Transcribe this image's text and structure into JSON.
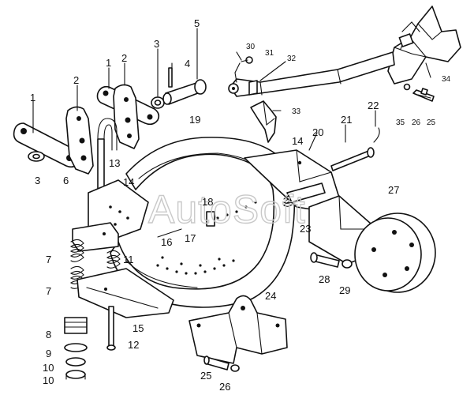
{
  "watermark": "AutoSoft",
  "callouts": [
    {
      "id": "c1a",
      "text": "1"
    },
    {
      "id": "c1b",
      "text": "1"
    },
    {
      "id": "c2a",
      "text": "2"
    },
    {
      "id": "c2b",
      "text": "2"
    },
    {
      "id": "c3a",
      "text": "3"
    },
    {
      "id": "c3b",
      "text": "3"
    },
    {
      "id": "c4",
      "text": "4"
    },
    {
      "id": "c5",
      "text": "5"
    },
    {
      "id": "c6",
      "text": "6"
    },
    {
      "id": "c7a",
      "text": "7"
    },
    {
      "id": "c7b",
      "text": "7"
    },
    {
      "id": "c8",
      "text": "8"
    },
    {
      "id": "c9",
      "text": "9"
    },
    {
      "id": "c10a",
      "text": "10"
    },
    {
      "id": "c10b",
      "text": "10"
    },
    {
      "id": "c11",
      "text": "11"
    },
    {
      "id": "c12",
      "text": "12"
    },
    {
      "id": "c13",
      "text": "13"
    },
    {
      "id": "c14a",
      "text": "14"
    },
    {
      "id": "c14b",
      "text": "14"
    },
    {
      "id": "c15",
      "text": "15"
    },
    {
      "id": "c16",
      "text": "16"
    },
    {
      "id": "c17",
      "text": "17"
    },
    {
      "id": "c18",
      "text": "18"
    },
    {
      "id": "c19",
      "text": "19"
    },
    {
      "id": "c20",
      "text": "20"
    },
    {
      "id": "c21",
      "text": "21"
    },
    {
      "id": "c22",
      "text": "22"
    },
    {
      "id": "c23",
      "text": "23"
    },
    {
      "id": "c24",
      "text": "24"
    },
    {
      "id": "c25a",
      "text": "25"
    },
    {
      "id": "c25b",
      "text": "25"
    },
    {
      "id": "c26a",
      "text": "26"
    },
    {
      "id": "c26b",
      "text": "26"
    },
    {
      "id": "c27",
      "text": "27"
    },
    {
      "id": "c28",
      "text": "28"
    },
    {
      "id": "c29",
      "text": "29"
    },
    {
      "id": "c30",
      "text": "30"
    },
    {
      "id": "c31",
      "text": "31"
    },
    {
      "id": "c32",
      "text": "32"
    },
    {
      "id": "c33",
      "text": "33"
    },
    {
      "id": "c34",
      "text": "34"
    },
    {
      "id": "c35",
      "text": "35"
    }
  ]
}
